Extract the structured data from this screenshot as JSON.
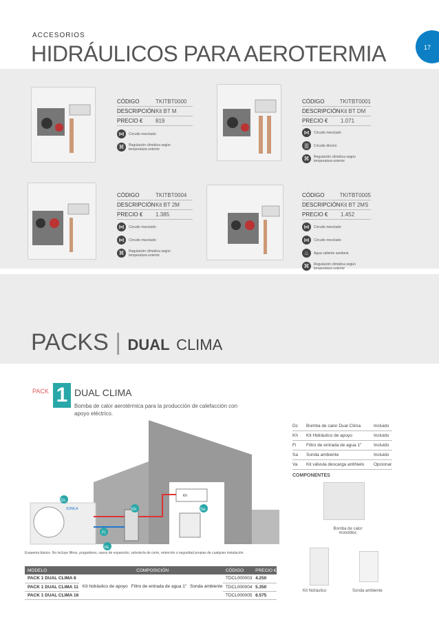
{
  "header": {
    "kicker": "ACCESORIOS",
    "title": "HIDRÁULICOS PARA AEROTERMIA",
    "page": "17"
  },
  "labels": {
    "codigo": "CÓDIGO",
    "descripcion": "DESCRIPCIÓN",
    "precio": "PRECIO €"
  },
  "products": [
    {
      "code": "TKITBT0000",
      "desc": "Kit BT M",
      "price": "819",
      "features": [
        "Circuito mezclado",
        "Regulación climática según temperatura exterior"
      ]
    },
    {
      "code": "TKITBT0001",
      "desc": "Kit BT DM",
      "price": "1.071",
      "features": [
        "Circuito mezclado",
        "Circuito directo",
        "Regulación climática según temperatura exterior"
      ]
    },
    {
      "code": "TKITBT0004",
      "desc": "Kit BT 2M",
      "price": "1.385",
      "features": [
        "Circuito mezclado",
        "Circuito mezclado",
        "Regulación climática según temperatura exterior"
      ]
    },
    {
      "code": "TKITBT0005",
      "desc": "Kit BT 2MS",
      "price": "1.452",
      "features": [
        "Circuito mezclado",
        "Circuito mezclado",
        "Agua caliente sanitaria",
        "Regulación climática según temperatura exterior"
      ]
    }
  ],
  "packs": {
    "title": "PACKS",
    "sub_bold": "DUAL",
    "sub": "CLIMA",
    "tag": "PACK",
    "number": "1",
    "name": "DUAL CLIMA",
    "description": "Bomba de calor aerotérmica para la producción de calefacción con apoyo eléctrico."
  },
  "components": [
    {
      "a": "Dc",
      "b": "Bomba de calor Dual Clima",
      "c": "Incluido"
    },
    {
      "a": "Kh",
      "b": "Kit Hidráulico de apoyo",
      "c": "Incluido"
    },
    {
      "a": "Fi",
      "b": "Filtro de entrada de agua 1\"",
      "c": "Incluido"
    },
    {
      "a": "Sa",
      "b": "Sonda ambiente",
      "c": "Incluido"
    },
    {
      "a": "Va",
      "b": "Kit válvula descarga antihielo",
      "c": "Opcional"
    }
  ],
  "components_title": "COMPONENTES",
  "comp_images": {
    "pump": "Bomba de calor monobloc",
    "kit": "Kit hidráulico",
    "sonda": "Sonda ambiente"
  },
  "diagram_labels": {
    "dc": "Dc",
    "kh": "Kh",
    "sa": "Sa",
    "fi": "Fi",
    "va": "Va",
    "kh2": "Kh",
    "brand": "SOMLA"
  },
  "note": "Esquema básico. No incluye filtros, purgadores, vasos de expansión, valvulería de corte, retención o seguridad propias de cualquier instalación.",
  "table": {
    "headers": [
      "MODELO",
      "COMPOSICIÓN",
      "CÓDIGO",
      "PRECIO €"
    ],
    "composition": [
      "Kit hidráulico de apoyo",
      "Filtro de entrada de agua 1\"",
      "Sonda ambiente"
    ],
    "rows": [
      {
        "model": "PACK 1 DUAL CLIMA 8",
        "code": "TDCL000003",
        "price": "4.250"
      },
      {
        "model": "PACK 1 DUAL CLIMA 11",
        "code": "TDCL000004",
        "price": "5.350"
      },
      {
        "model": "PACK 1  DUAL CLIMA 16",
        "code": "TDCL000005",
        "price": "6.575"
      }
    ]
  }
}
